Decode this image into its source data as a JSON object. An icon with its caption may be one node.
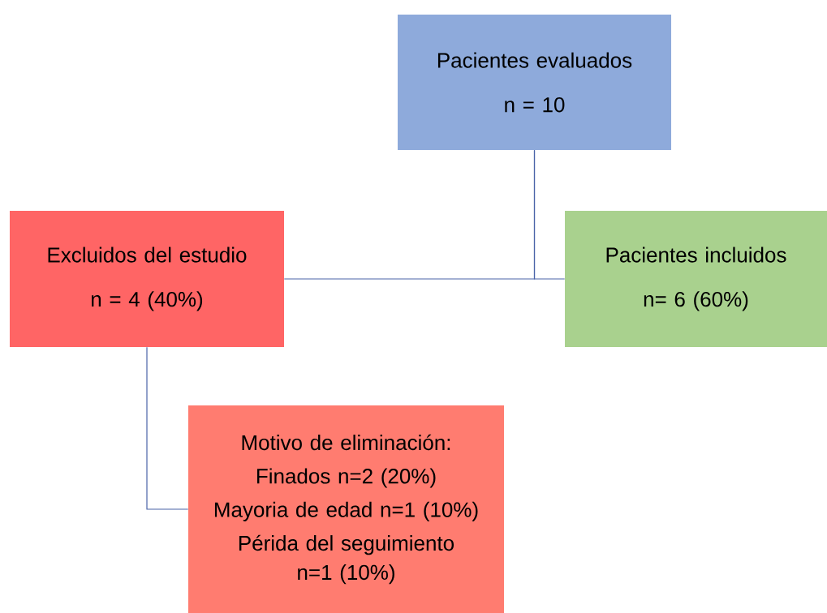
{
  "diagram": {
    "nodes": [
      {
        "text": [
          "Pacientes evaluados",
          "n = 10"
        ]
      },
      {
        "text": [
          "Excluidos del estudio",
          "n = 4 (40%)"
        ]
      },
      {
        "text": [
          "Pacientes incluidos",
          "n= 6 (60%)"
        ]
      },
      {
        "text": [
          "Motivo de eliminación:",
          "Finados n=2 (20%)",
          "Mayoria de edad n=1 (10%)",
          "Périda del seguimiento n=1 (10%)"
        ]
      }
    ],
    "edges": [
      {
        "from": 0,
        "to": 1,
        "arrow": "none"
      },
      {
        "from": 0,
        "to": 2,
        "arrow": "none"
      },
      {
        "from": 1,
        "to": 3,
        "arrow": "none"
      }
    ]
  }
}
